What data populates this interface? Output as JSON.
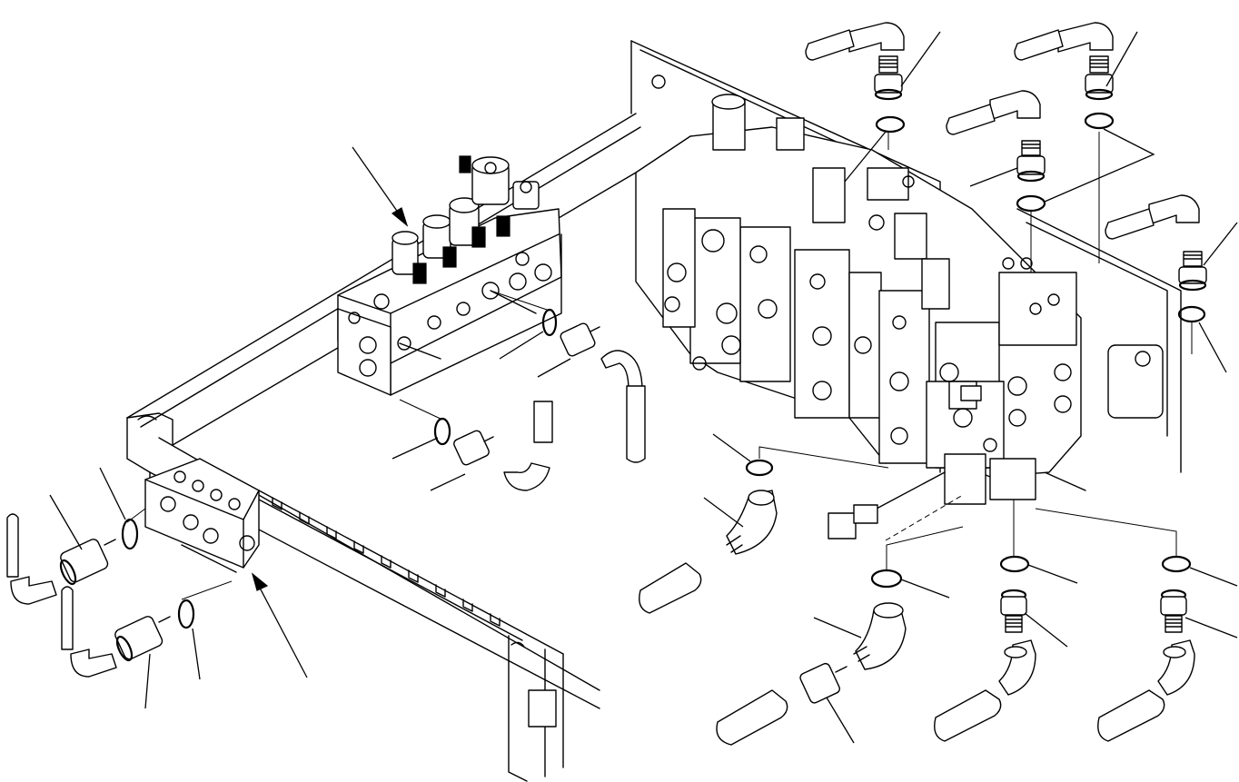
{
  "diagram": {
    "title": "",
    "labels": [],
    "colors": {
      "line": "#000000",
      "background": "#ffffff"
    },
    "parts": [
      "hydraulic-frame",
      "solenoid-valve-block",
      "control-valve-assembly",
      "manifold-block",
      "o-rings",
      "elbow-fittings",
      "adapters",
      "hoses",
      "reference-leaders"
    ]
  }
}
